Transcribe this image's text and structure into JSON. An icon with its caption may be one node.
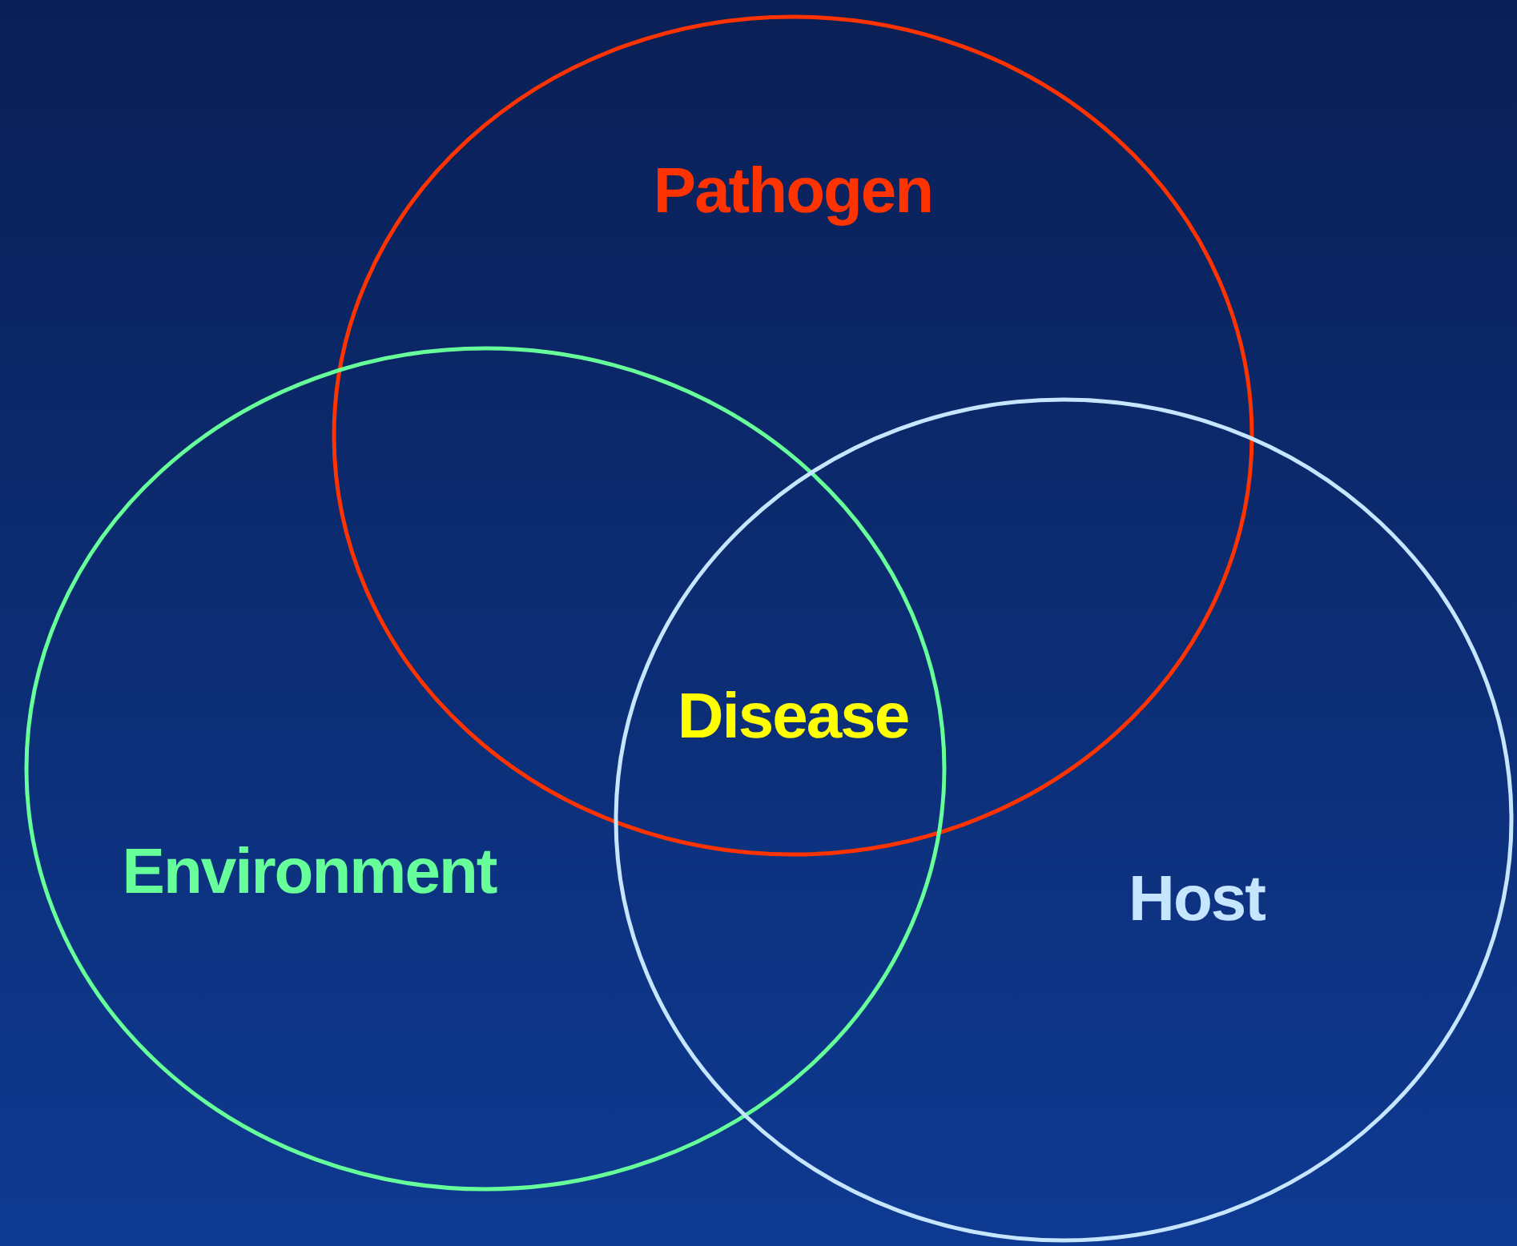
{
  "diagram": {
    "nodes": [
      {
        "text": [
          "Pathogen"
        ]
      },
      {
        "text": [
          "Environment"
        ]
      },
      {
        "text": [
          "Host"
        ]
      }
    ],
    "labels": [
      "Disease"
    ]
  }
}
